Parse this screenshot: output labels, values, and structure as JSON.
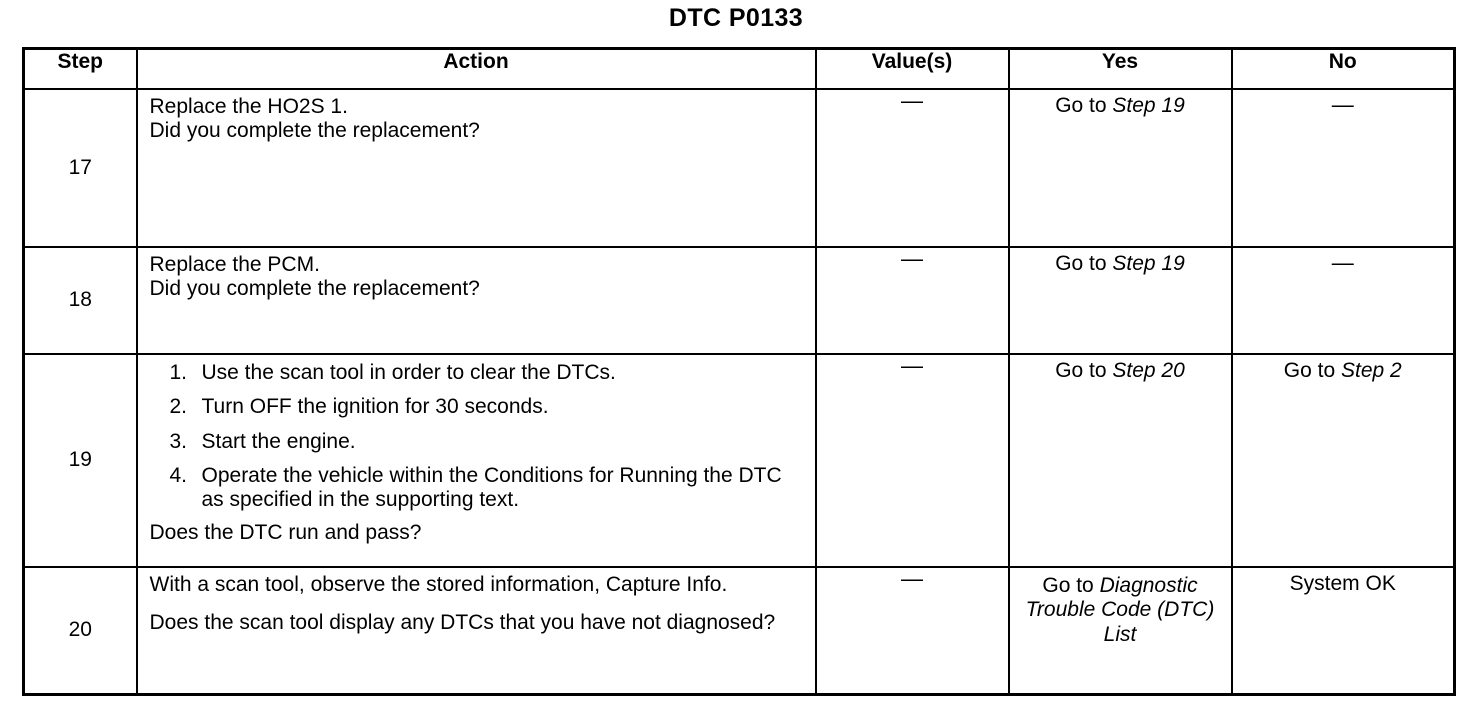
{
  "document": {
    "title": "DTC P0133"
  },
  "table": {
    "headers": {
      "step": "Step",
      "action": "Action",
      "value": "Value(s)",
      "yes": "Yes",
      "no": "No"
    },
    "rows": [
      {
        "step": "17",
        "action_top": "Replace the HO2S 1.",
        "action_bottom": "Did you complete the replacement?",
        "value": "—",
        "yes_prefix": "Go to ",
        "yes_italic": "Step 19",
        "no": "—"
      },
      {
        "step": "18",
        "action_top": "Replace the PCM.",
        "action_bottom": "Did you complete the replacement?",
        "value": "—",
        "yes_prefix": "Go to ",
        "yes_italic": "Step 19",
        "no": "—"
      },
      {
        "step": "19",
        "list": [
          {
            "num": "1.",
            "text": "Use the scan tool in order to clear the DTCs."
          },
          {
            "num": "2.",
            "text": "Turn OFF the ignition for 30 seconds."
          },
          {
            "num": "3.",
            "text": "Start the engine."
          },
          {
            "num": "4.",
            "text": "Operate the vehicle within the Conditions for Running the DTC as specified in the supporting text."
          }
        ],
        "question": "Does the DTC run and pass?",
        "value": "—",
        "yes_prefix": "Go to ",
        "yes_italic": "Step 20",
        "no_prefix": "Go to ",
        "no_italic": "Step 2"
      },
      {
        "step": "20",
        "action_top": "With a scan tool, observe the stored information, Capture Info.",
        "action_bottom": "Does the scan tool display any DTCs that you have not diagnosed?",
        "value": "—",
        "yes_prefix": "Go to ",
        "yes_italic": "Diagnostic Trouble Code (DTC) List",
        "no": "System OK"
      }
    ]
  }
}
